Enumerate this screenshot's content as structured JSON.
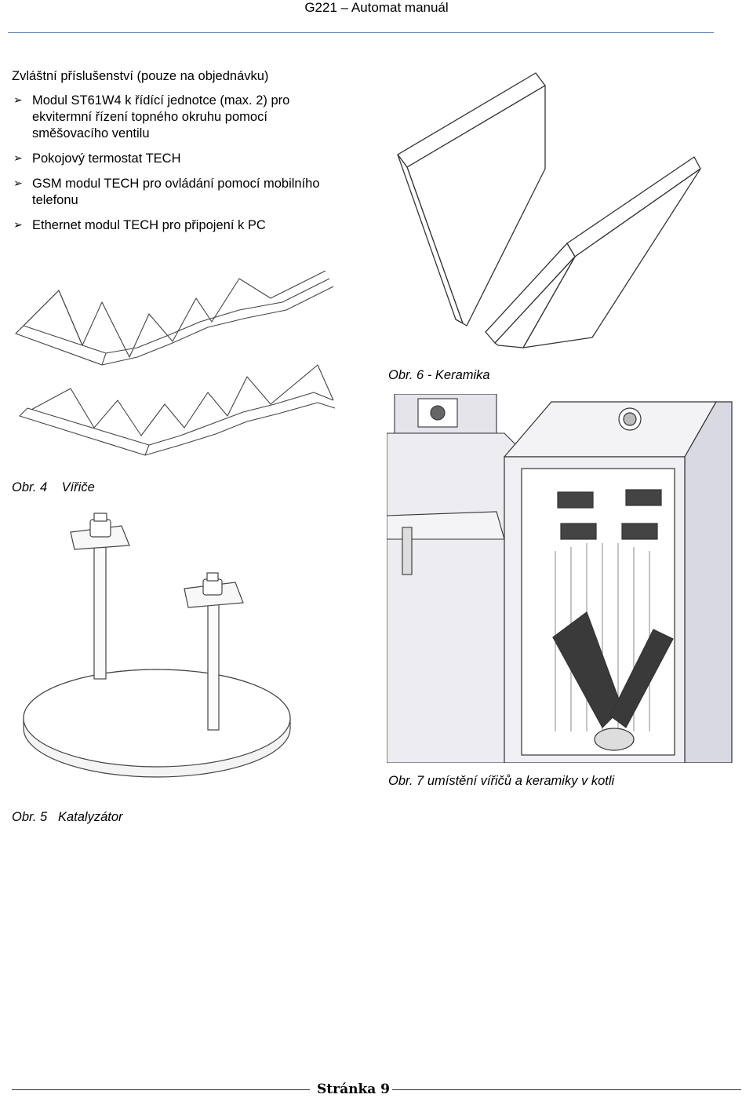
{
  "header": {
    "title": "G221 – Automat manuál"
  },
  "intro": "Zvláštní příslušenství (pouze na objednávku)",
  "accessories": [
    "Modul ST61W4 k řídící jednotce (max. 2) pro ekvitermní řízení topného okruhu pomocí směšovacího ventilu",
    "Pokojový termostat TECH",
    "GSM modul TECH pro ovládání pomocí mobilního telefonu",
    "Ethernet modul  TECH pro připojení k PC"
  ],
  "captions": {
    "fig4": "Obr. 4    Vířiče",
    "fig5": "Obr. 5   Katalyzátor",
    "fig6": "Obr. 6 - Keramika",
    "fig7": "Obr. 7 umístění vířičů a keramiky v kotli"
  },
  "footer": {
    "page": "Stránka 9"
  }
}
